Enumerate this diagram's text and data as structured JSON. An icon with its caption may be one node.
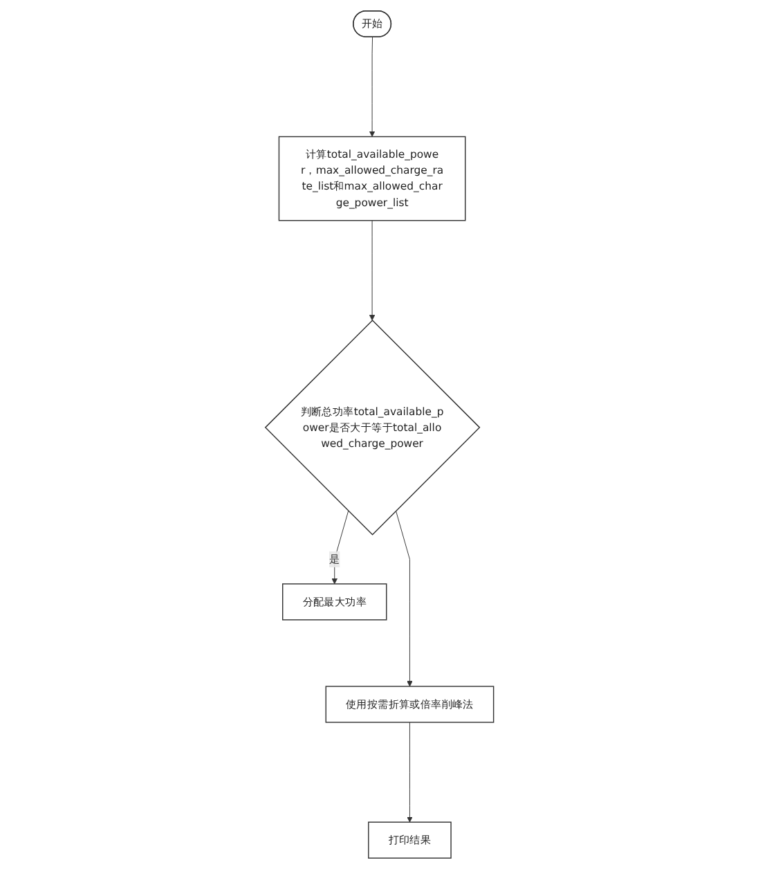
{
  "diagram": {
    "nodes": [
      {
        "text": [
          "开始"
        ]
      },
      {
        "text": [
          "计算total_available_power，max_allowed_charge_rate_list和max_allowed_charge_power_list"
        ]
      },
      {
        "text": [
          "判断总功率total_available_power是否大于等于total_allowed_charge_power"
        ]
      },
      {
        "text": [
          "分配最大功率"
        ]
      },
      {
        "text": [
          "使用按需折算或倍率削峰法"
        ]
      },
      {
        "text": [
          "打印结果"
        ]
      }
    ],
    "edges": [
      {
        "from": 0,
        "to": 1,
        "arrow": "to"
      },
      {
        "from": 1,
        "to": 2,
        "arrow": "to"
      },
      {
        "from": 2,
        "to": 3,
        "arrow": "to",
        "label": "是"
      },
      {
        "from": 2,
        "to": 4,
        "arrow": "to"
      },
      {
        "from": 4,
        "to": 5,
        "arrow": "to"
      }
    ]
  }
}
